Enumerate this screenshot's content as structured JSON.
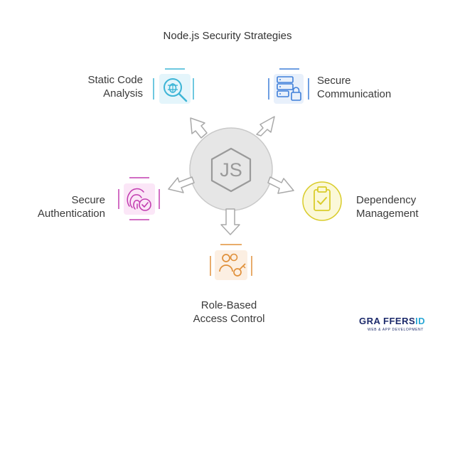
{
  "diagram": {
    "title": "Node.js Security Strategies",
    "center_icon": "nodejs-hexagon-icon",
    "strategies": [
      {
        "line1": "Static Code",
        "line2": "Analysis",
        "icon": "bug-magnify-icon",
        "color": "#3db5d6"
      },
      {
        "line1": "Secure",
        "line2": "Communication",
        "icon": "server-lock-icon",
        "color": "#3f7fd9"
      },
      {
        "line1": "Dependency",
        "line2": "Management",
        "icon": "clipboard-check-icon",
        "color": "#d9cc2a"
      },
      {
        "line1": "Role-Based",
        "line2": "Access Control",
        "icon": "users-key-icon",
        "color": "#e0903a"
      },
      {
        "line1": "Secure",
        "line2": "Authentication",
        "icon": "fingerprint-check-icon",
        "color": "#c23db0"
      }
    ]
  },
  "brand": {
    "name_part1": "GRA FFERS",
    "name_part2": "ID",
    "tagline": "WEB & APP DEVELOPMENT"
  }
}
